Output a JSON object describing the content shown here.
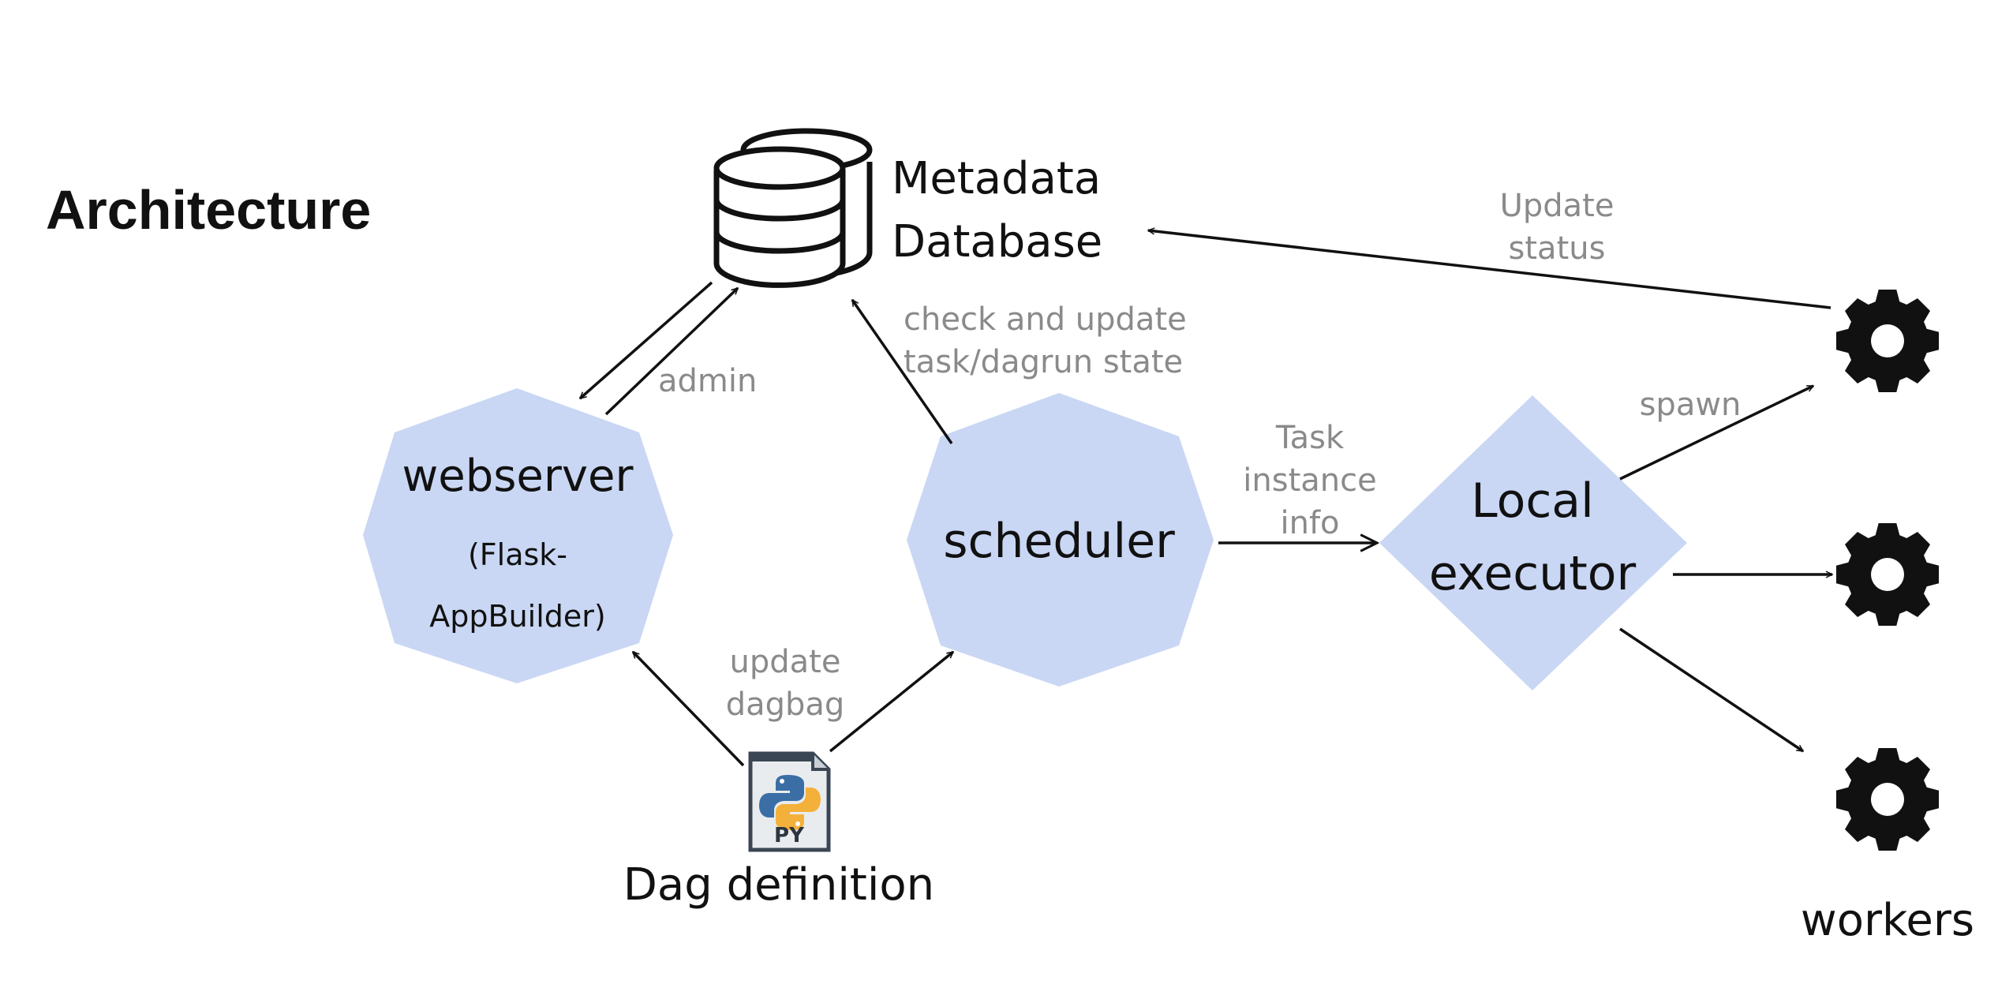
{
  "title": "Architecture",
  "nodes": {
    "database": {
      "line1": "Metadata",
      "line2": "Database"
    },
    "webserver": {
      "line1": "webserver",
      "line2": "(Flask-",
      "line3": "AppBuilder)"
    },
    "scheduler": {
      "label": "scheduler"
    },
    "executor": {
      "line1": "Local",
      "line2": "executor"
    },
    "dag": {
      "label": "Dag definition",
      "file_badge": "PY"
    },
    "workers": {
      "label": "workers"
    }
  },
  "edge_labels": {
    "admin": "admin",
    "check_update_1": "check and update",
    "check_update_2": "task/dagrun state",
    "update_status_1": "Update",
    "update_status_2": "status",
    "task_info_1": "Task",
    "task_info_2": "instance",
    "task_info_3": "info",
    "spawn": "spawn",
    "update_dagbag_1": "update",
    "update_dagbag_2": "dagbag"
  },
  "colors": {
    "node_fill": "#c9d7f4",
    "edge_label": "#8a8a8a",
    "text": "#111111"
  },
  "icons": [
    "database-icon",
    "python-file-icon",
    "gear-icon"
  ]
}
